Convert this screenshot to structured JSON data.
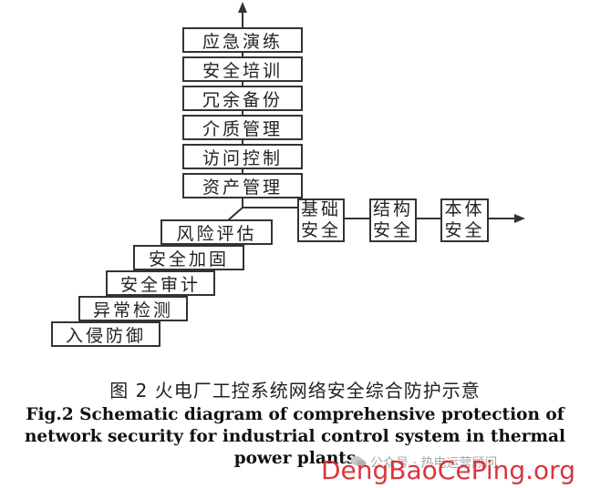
{
  "diagram": {
    "vertical_stack": [
      "应急演练",
      "安全培训",
      "冗余备份",
      "介质管理",
      "访问控制",
      "资产管理"
    ],
    "horizontal_row": [
      [
        "基础",
        "安全"
      ],
      [
        "结构",
        "安全"
      ],
      [
        "本体",
        "安全"
      ]
    ],
    "stair_steps": [
      "风险评估",
      "安全加固",
      "安全审计",
      "异常检测",
      "入侵防御"
    ]
  },
  "caption": {
    "zh": "图 2  火电厂工控系统网络安全综合防护示意",
    "en_line1": "Fig.2 Schematic diagram of comprehensive protection of",
    "en_line2": "network security for industrial control system in thermal",
    "en_line3": "power plants"
  },
  "watermark": {
    "wechat": "公众号 · 热电运营顾问",
    "site": "DengBaoCePing.org",
    "icon": "wechat-icon"
  }
}
